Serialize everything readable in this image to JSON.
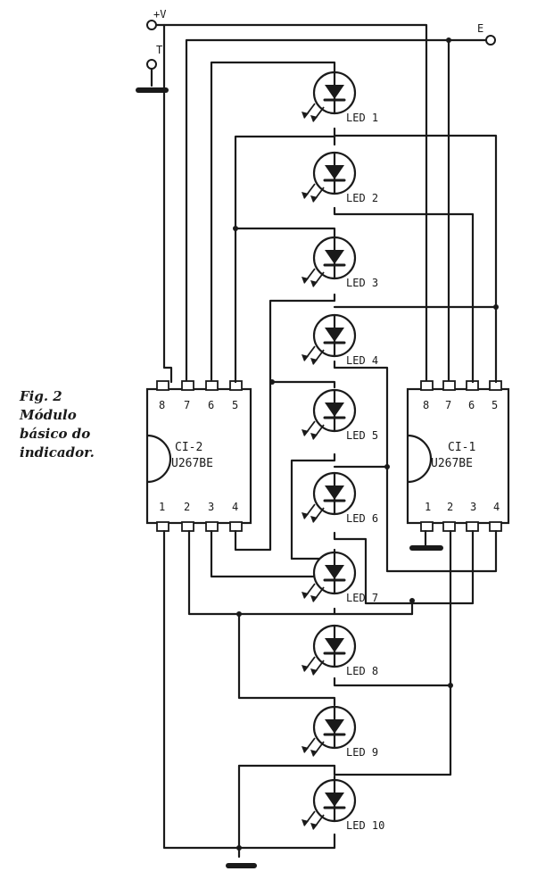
{
  "caption": {
    "fig": "Fig. 2",
    "line1": "Módulo",
    "line2": "básico do",
    "line3": "indicador."
  },
  "terminals": {
    "vplus": "+V",
    "trigger": "T",
    "enable": "E"
  },
  "chips": {
    "ci2": {
      "name": "CI-2",
      "part": "U267BE",
      "top_pins": [
        "8",
        "7",
        "6",
        "5"
      ],
      "bottom_pins": [
        "1",
        "2",
        "3",
        "4"
      ]
    },
    "ci1": {
      "name": "CI-1",
      "part": "U267BE",
      "top_pins": [
        "8",
        "7",
        "6",
        "5"
      ],
      "bottom_pins": [
        "1",
        "2",
        "3",
        "4"
      ]
    }
  },
  "leds": [
    "LED 1",
    "LED 2",
    "LED 3",
    "LED 4",
    "LED 5",
    "LED 6",
    "LED 7",
    "LED 8",
    "LED 9",
    "LED 10"
  ]
}
